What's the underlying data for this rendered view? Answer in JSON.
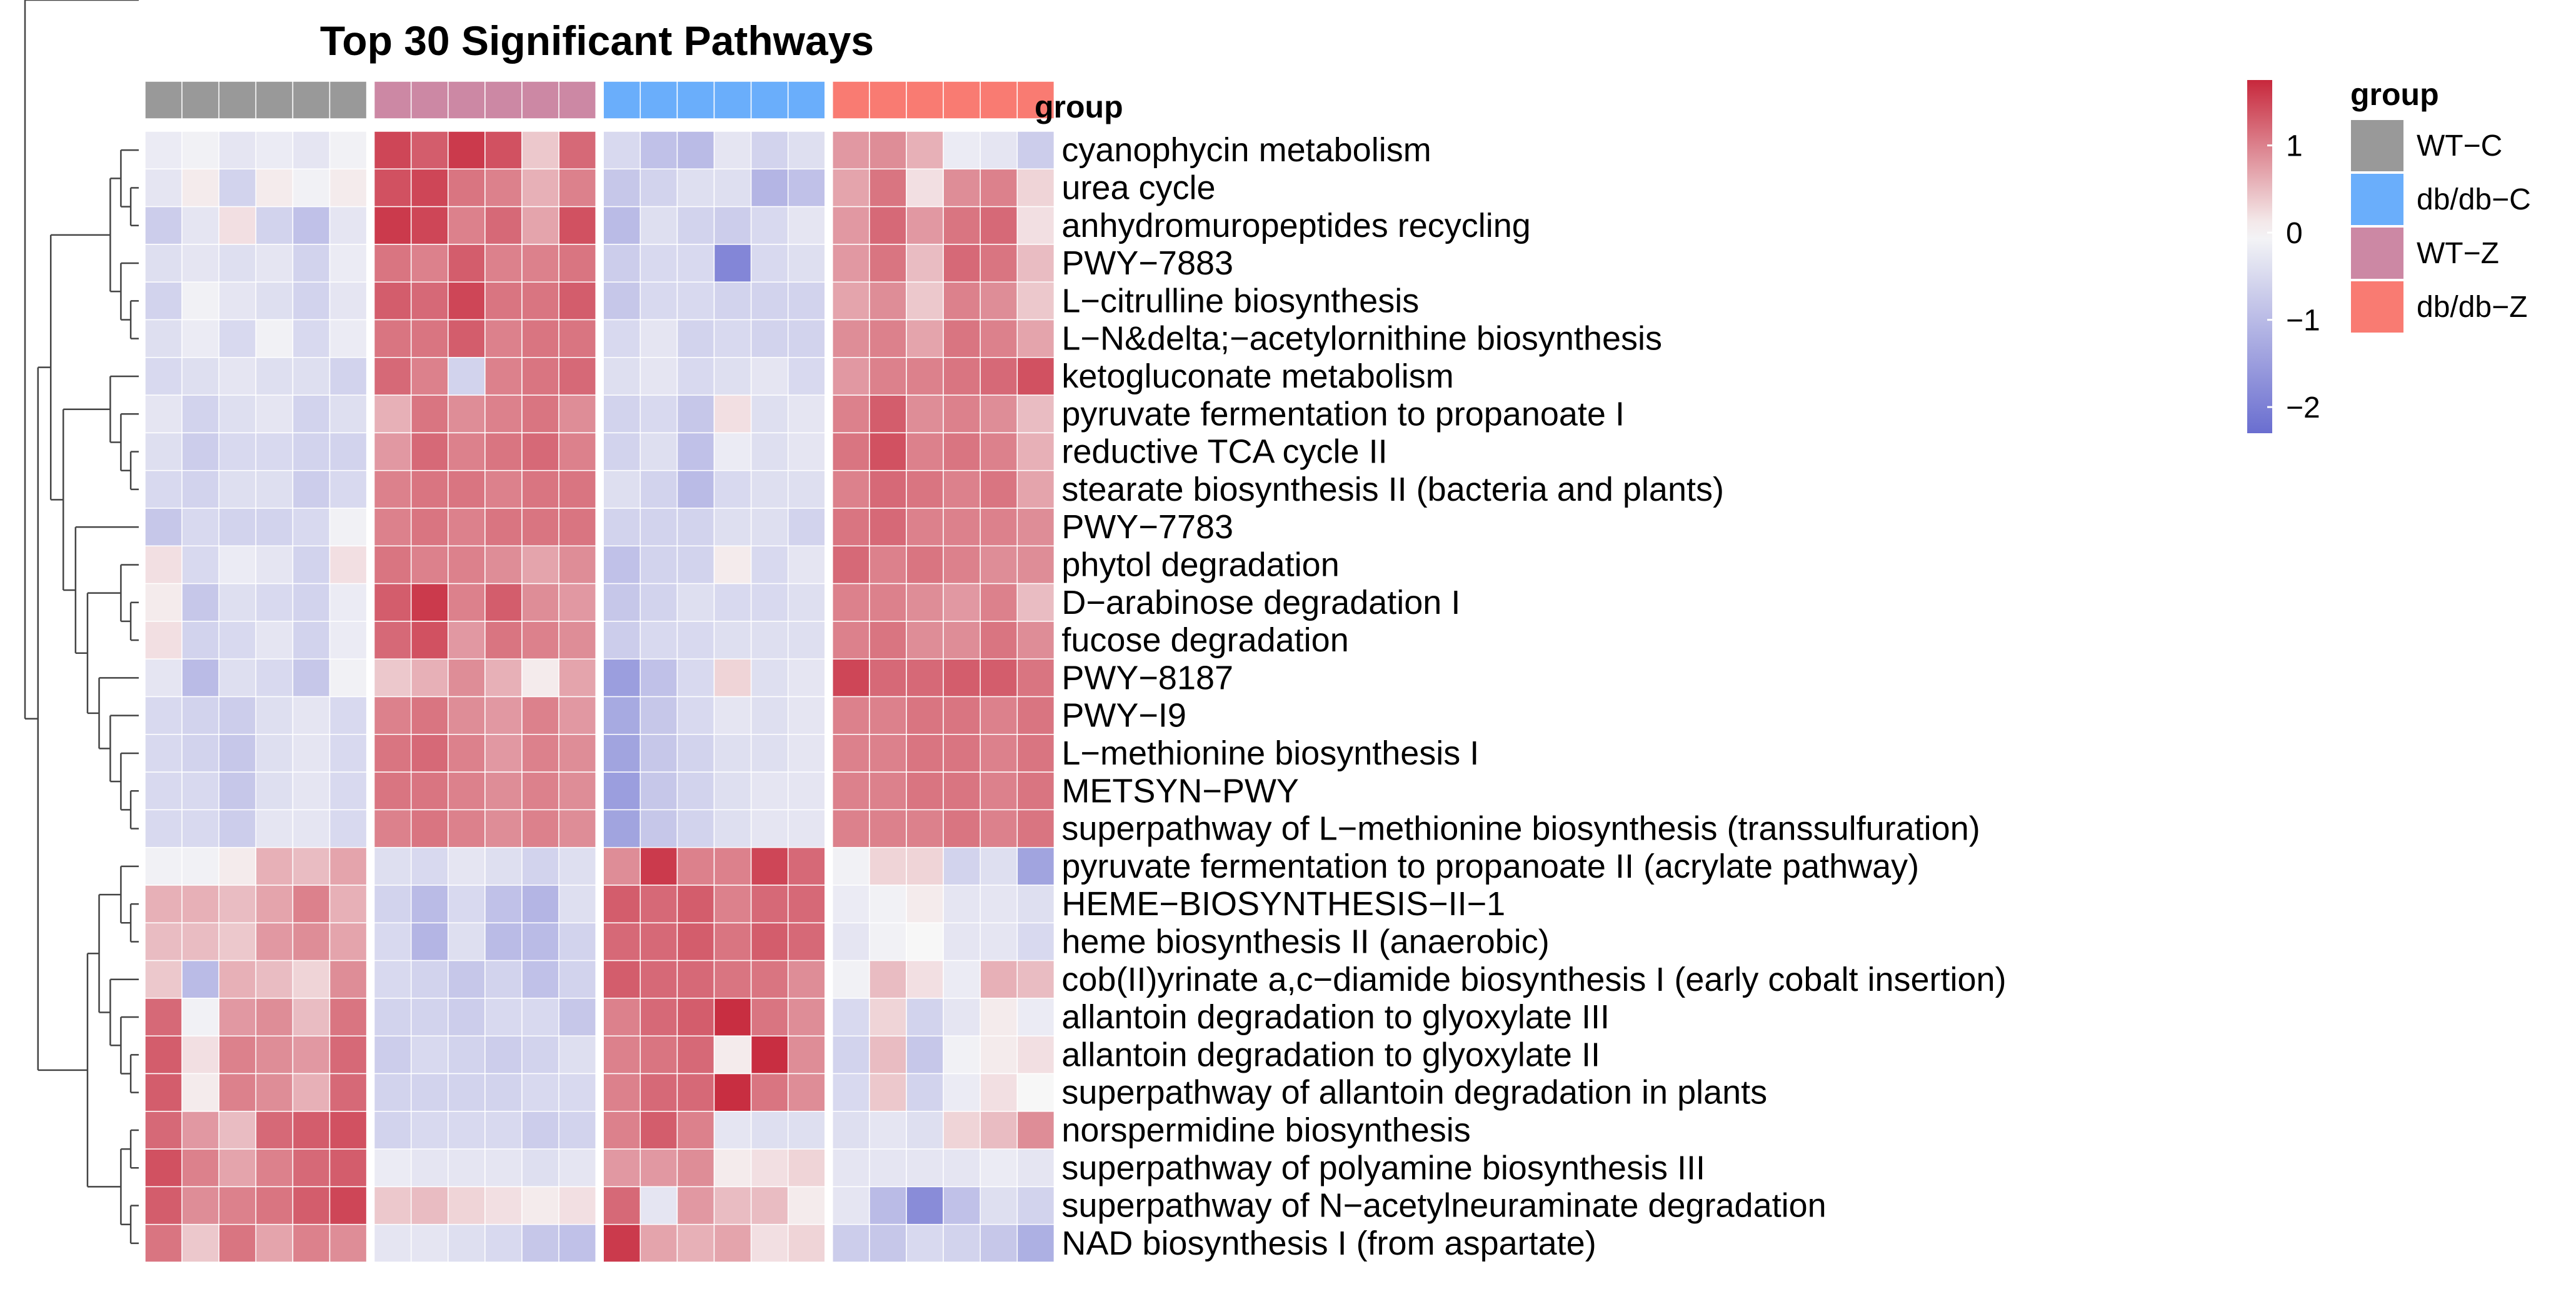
{
  "chart_data": {
    "type": "heatmap",
    "title": "Top 30 Significant Pathways",
    "annotation_label": "group",
    "row_labels": [
      "cyanophycin metabolism",
      "urea cycle",
      "anhydromuropeptides recycling",
      "PWY−7883",
      "L−citrulline biosynthesis",
      "L−N&delta;−acetylornithine biosynthesis",
      "ketogluconate metabolism",
      "pyruvate fermentation to propanoate I",
      "reductive TCA cycle II",
      "stearate biosynthesis II (bacteria and plants)",
      "PWY−7783",
      "phytol degradation",
      "D−arabinose degradation I",
      "fucose degradation",
      "PWY−8187",
      "PWY−I9",
      "L−methionine biosynthesis I",
      "METSYN−PWY",
      "superpathway of L−methionine biosynthesis (transsulfuration)",
      "pyruvate fermentation to propanoate II (acrylate pathway)",
      "HEME−BIOSYNTHESIS−II−1",
      "heme biosynthesis II (anaerobic)",
      "cob(II)yrinate a,c−diamide biosynthesis I (early cobalt insertion)",
      "allantoin degradation to glyoxylate III",
      "allantoin degradation to glyoxylate II",
      "superpathway of allantoin degradation in plants",
      "norspermidine biosynthesis",
      "superpathway of polyamine biosynthesis III",
      "superpathway of N−acetylneuraminate degradation",
      "NAD biosynthesis I (from aspartate)"
    ],
    "column_groups": [
      {
        "name": "WT−C",
        "color": "#999999",
        "n": 6
      },
      {
        "name": "WT−Z",
        "color": "#cc88a4",
        "n": 6
      },
      {
        "name": "db/db−C",
        "color": "#6aaefb",
        "n": 6
      },
      {
        "name": "db/db−Z",
        "color": "#f97b72",
        "n": 6
      }
    ],
    "legend_order": [
      "WT−C",
      "db/db−C",
      "WT−Z",
      "db/db−Z"
    ],
    "color_scale": {
      "min": -2.3,
      "max": 1.75,
      "low": "#6a6ed0",
      "mid": "#f7f7f7",
      "high": "#c7283c",
      "ticks": [
        1,
        0,
        -1,
        -2
      ],
      "tick_labels": [
        "1",
        "0",
        "−1",
        "−2"
      ]
    },
    "values": [
      [
        -0.2,
        -0.1,
        -0.3,
        -0.2,
        -0.3,
        -0.1,
        1.5,
        1.3,
        1.6,
        1.4,
        0.4,
        1.2,
        -0.5,
        -0.9,
        -1.0,
        -0.3,
        -0.6,
        -0.4,
        0.8,
        0.9,
        0.6,
        -0.2,
        -0.3,
        -0.7
      ],
      [
        -0.3,
        0.1,
        -0.6,
        0.1,
        -0.1,
        0.1,
        1.4,
        1.5,
        1.1,
        1.0,
        0.6,
        1.0,
        -0.8,
        -0.6,
        -0.4,
        -0.4,
        -1.1,
        -0.9,
        0.7,
        1.1,
        0.2,
        0.9,
        1.0,
        0.3
      ],
      [
        -0.7,
        -0.3,
        0.2,
        -0.6,
        -0.9,
        -0.3,
        1.6,
        1.5,
        1.0,
        1.2,
        0.7,
        1.4,
        -1.0,
        -0.4,
        -0.6,
        -0.7,
        -0.5,
        -0.3,
        0.8,
        1.2,
        0.8,
        1.1,
        1.2,
        0.2
      ],
      [
        -0.4,
        -0.3,
        -0.4,
        -0.3,
        -0.6,
        -0.2,
        1.1,
        1.0,
        1.3,
        1.0,
        1.0,
        1.1,
        -0.7,
        -0.5,
        -0.5,
        -1.9,
        -0.5,
        -0.4,
        0.8,
        1.1,
        0.5,
        1.2,
        1.1,
        0.5
      ],
      [
        -0.6,
        -0.1,
        -0.3,
        -0.4,
        -0.6,
        -0.3,
        1.3,
        1.2,
        1.5,
        1.1,
        1.1,
        1.3,
        -0.8,
        -0.5,
        -0.5,
        -0.6,
        -0.6,
        -0.6,
        0.7,
        0.9,
        0.4,
        1.0,
        0.9,
        0.4
      ],
      [
        -0.4,
        -0.2,
        -0.5,
        -0.1,
        -0.5,
        -0.2,
        1.1,
        1.1,
        1.3,
        1.0,
        1.1,
        1.1,
        -0.5,
        -0.3,
        -0.6,
        -0.5,
        -0.6,
        -0.6,
        0.9,
        1.0,
        0.7,
        1.1,
        1.0,
        0.7
      ],
      [
        -0.5,
        -0.4,
        -0.3,
        -0.4,
        -0.4,
        -0.6,
        1.2,
        1.0,
        -0.6,
        1.0,
        1.1,
        1.2,
        -0.4,
        -0.3,
        -0.5,
        -0.4,
        -0.3,
        -0.5,
        0.8,
        1.0,
        1.0,
        1.1,
        1.2,
        1.4
      ],
      [
        -0.3,
        -0.6,
        -0.4,
        -0.3,
        -0.6,
        -0.4,
        0.6,
        1.1,
        0.9,
        1.0,
        1.1,
        0.9,
        -0.6,
        -0.5,
        -0.8,
        0.2,
        -0.4,
        -0.3,
        1.0,
        1.3,
        0.9,
        1.0,
        0.9,
        0.5
      ],
      [
        -0.4,
        -0.7,
        -0.5,
        -0.5,
        -0.6,
        -0.6,
        0.8,
        1.2,
        1.0,
        1.1,
        1.2,
        1.0,
        -0.6,
        -0.4,
        -0.9,
        -0.2,
        -0.4,
        -0.3,
        1.1,
        1.4,
        1.0,
        1.1,
        1.0,
        0.6
      ],
      [
        -0.5,
        -0.6,
        -0.4,
        -0.4,
        -0.7,
        -0.5,
        1.0,
        1.1,
        1.1,
        1.0,
        1.1,
        1.1,
        -0.4,
        -0.6,
        -1.0,
        -0.5,
        -0.4,
        -0.4,
        1.0,
        1.2,
        1.1,
        1.0,
        1.1,
        0.7
      ],
      [
        -0.8,
        -0.5,
        -0.6,
        -0.6,
        -0.5,
        -0.1,
        1.0,
        1.1,
        1.0,
        1.1,
        1.1,
        1.1,
        -0.6,
        -0.6,
        -0.6,
        -0.4,
        -0.4,
        -0.6,
        1.1,
        1.2,
        1.0,
        1.0,
        1.0,
        0.9
      ],
      [
        0.2,
        -0.5,
        -0.2,
        -0.3,
        -0.6,
        0.2,
        1.1,
        1.0,
        1.0,
        0.9,
        0.7,
        0.9,
        -0.9,
        -0.6,
        -0.6,
        0.1,
        -0.5,
        -0.3,
        1.2,
        1.0,
        1.1,
        1.0,
        0.9,
        0.9
      ],
      [
        0.1,
        -0.8,
        -0.4,
        -0.5,
        -0.6,
        -0.2,
        1.3,
        1.6,
        1.0,
        1.3,
        0.9,
        0.8,
        -0.8,
        -0.6,
        -0.4,
        -0.5,
        -0.5,
        -0.4,
        1.0,
        1.0,
        0.9,
        0.8,
        1.0,
        0.5
      ],
      [
        0.2,
        -0.6,
        -0.5,
        -0.3,
        -0.6,
        -0.2,
        1.2,
        1.4,
        0.8,
        1.1,
        1.0,
        0.9,
        -0.7,
        -0.5,
        -0.5,
        -0.4,
        -0.4,
        -0.4,
        1.0,
        1.1,
        0.9,
        0.9,
        1.1,
        0.9
      ],
      [
        -0.3,
        -1.0,
        -0.4,
        -0.5,
        -0.8,
        -0.1,
        0.4,
        0.6,
        0.9,
        0.6,
        0.1,
        0.7,
        -1.5,
        -0.9,
        -0.5,
        0.3,
        -0.4,
        -0.3,
        1.5,
        1.2,
        1.2,
        1.3,
        1.3,
        1.1
      ],
      [
        -0.5,
        -0.6,
        -0.7,
        -0.4,
        -0.3,
        -0.5,
        1.0,
        1.1,
        0.9,
        0.8,
        1.0,
        0.8,
        -1.3,
        -0.8,
        -0.5,
        -0.3,
        -0.4,
        -0.3,
        1.0,
        1.0,
        1.1,
        1.1,
        1.0,
        1.1
      ],
      [
        -0.5,
        -0.6,
        -0.8,
        -0.4,
        -0.3,
        -0.5,
        1.1,
        1.2,
        1.0,
        0.8,
        1.0,
        0.9,
        -1.4,
        -0.8,
        -0.6,
        -0.4,
        -0.4,
        -0.3,
        1.0,
        1.0,
        1.1,
        1.1,
        1.0,
        1.1
      ],
      [
        -0.5,
        -0.5,
        -0.8,
        -0.4,
        -0.3,
        -0.5,
        1.1,
        1.1,
        1.0,
        0.9,
        1.0,
        0.9,
        -1.5,
        -0.8,
        -0.6,
        -0.4,
        -0.3,
        -0.3,
        1.0,
        1.0,
        1.1,
        1.1,
        1.0,
        1.1
      ],
      [
        -0.5,
        -0.5,
        -0.7,
        -0.3,
        -0.3,
        -0.5,
        1.0,
        1.1,
        1.0,
        0.9,
        1.0,
        0.9,
        -1.4,
        -0.8,
        -0.6,
        -0.4,
        -0.3,
        -0.3,
        1.0,
        1.0,
        1.0,
        1.1,
        1.0,
        1.1
      ],
      [
        -0.1,
        -0.1,
        0.1,
        0.6,
        0.5,
        0.7,
        -0.4,
        -0.5,
        -0.3,
        -0.4,
        -0.6,
        -0.4,
        0.9,
        1.6,
        1.0,
        1.0,
        1.5,
        1.2,
        -0.1,
        0.3,
        0.3,
        -0.6,
        -0.4,
        -1.4
      ],
      [
        0.6,
        0.6,
        0.5,
        0.7,
        1.0,
        0.6,
        -0.6,
        -1.0,
        -0.5,
        -0.9,
        -1.1,
        -0.4,
        1.3,
        1.2,
        1.3,
        1.0,
        1.2,
        1.2,
        -0.2,
        -0.1,
        0.1,
        -0.3,
        -0.3,
        -0.4
      ],
      [
        0.5,
        0.5,
        0.4,
        0.8,
        0.9,
        0.7,
        -0.5,
        -1.1,
        -0.4,
        -1.0,
        -1.0,
        -0.6,
        1.2,
        1.2,
        1.3,
        1.1,
        1.3,
        1.2,
        -0.3,
        -0.1,
        0.0,
        -0.3,
        -0.3,
        -0.5
      ],
      [
        0.4,
        -1.0,
        0.6,
        0.5,
        0.3,
        0.9,
        -0.5,
        -0.6,
        -0.8,
        -0.6,
        -0.9,
        -0.6,
        1.3,
        1.2,
        1.2,
        1.1,
        1.1,
        0.9,
        -0.1,
        0.5,
        0.2,
        -0.2,
        0.6,
        0.5
      ],
      [
        1.2,
        -0.1,
        0.8,
        0.9,
        0.5,
        1.1,
        -0.6,
        -0.6,
        -0.7,
        -0.5,
        -0.5,
        -0.8,
        1.0,
        1.2,
        1.3,
        1.7,
        1.1,
        0.9,
        -0.5,
        0.3,
        -0.6,
        -0.3,
        0.1,
        -0.2
      ],
      [
        1.3,
        0.2,
        1.0,
        0.9,
        0.8,
        1.2,
        -0.7,
        -0.5,
        -0.6,
        -0.7,
        -0.6,
        -0.4,
        1.0,
        1.1,
        1.2,
        0.1,
        1.7,
        0.9,
        -0.6,
        0.5,
        -0.8,
        -0.1,
        0.1,
        0.2
      ],
      [
        1.3,
        0.1,
        1.0,
        0.9,
        0.6,
        1.2,
        -0.6,
        -0.6,
        -0.6,
        -0.6,
        -0.5,
        -0.5,
        1.0,
        1.2,
        1.2,
        1.7,
        1.1,
        0.9,
        -0.5,
        0.4,
        -0.6,
        -0.2,
        0.2,
        0.0
      ],
      [
        1.2,
        0.8,
        0.5,
        1.2,
        1.3,
        1.4,
        -0.6,
        -0.5,
        -0.5,
        -0.5,
        -0.7,
        -0.6,
        1.0,
        1.3,
        1.0,
        -0.3,
        -0.4,
        -0.4,
        -0.4,
        -0.3,
        -0.4,
        0.3,
        0.5,
        0.9
      ],
      [
        1.4,
        1.0,
        0.7,
        1.0,
        1.2,
        1.3,
        -0.2,
        -0.3,
        -0.3,
        -0.3,
        -0.4,
        -0.3,
        0.8,
        0.8,
        0.9,
        0.1,
        0.2,
        0.3,
        -0.3,
        -0.3,
        -0.3,
        -0.3,
        -0.2,
        -0.3
      ],
      [
        1.3,
        0.9,
        1.0,
        1.1,
        1.3,
        1.5,
        0.4,
        0.5,
        0.3,
        0.2,
        0.1,
        0.2,
        1.2,
        -0.3,
        0.8,
        0.5,
        0.5,
        0.1,
        -0.3,
        -1.0,
        -1.8,
        -0.9,
        -0.4,
        -0.6
      ],
      [
        1.1,
        0.4,
        1.1,
        0.7,
        1.0,
        0.9,
        -0.3,
        -0.3,
        -0.4,
        -0.5,
        -0.8,
        -0.9,
        1.6,
        0.7,
        0.6,
        0.7,
        0.2,
        0.3,
        -0.7,
        -0.8,
        -0.5,
        -0.6,
        -0.8,
        -1.2
      ]
    ],
    "dendrogram": {
      "row_order_is_leaf_order": true,
      "tree": [
        [
          [
            [
              [
                0,
                [
                  1,
                  2
                ]
              ],
              [
                3,
                [
                  4,
                  5
                ]
              ]
            ],
            [
              [
                6,
                [
                  7,
                  [
                    8,
                    9
                  ]
                ]
              ],
              [
                10,
                [
                  [
                    11,
                    [
                      12,
                      13
                    ]
                  ],
                  [
                    14,
                    [
                      15,
                      [
                        16,
                        [
                          17,
                          18
                        ]
                      ]
                    ]
                  ]
                ]
              ]
            ]
          ],
          [
            [
              [
                19,
                [
                  20,
                  21
                ]
              ],
              [
                22,
                [
                  23,
                  [
                    24,
                    25
                  ]
                ]
              ]
            ],
            [
              [
                26,
                27
              ],
              [
                28,
                29
              ]
            ]
          ]
        ]
      ],
      "heights": {
        "root": 1.0,
        "cluster_top": 0.72,
        "cluster_bottom": 0.58,
        "sub_a": 0.45,
        "sub_b": 0.5,
        "sub_c": 0.4,
        "sub_d": 0.38
      }
    }
  }
}
